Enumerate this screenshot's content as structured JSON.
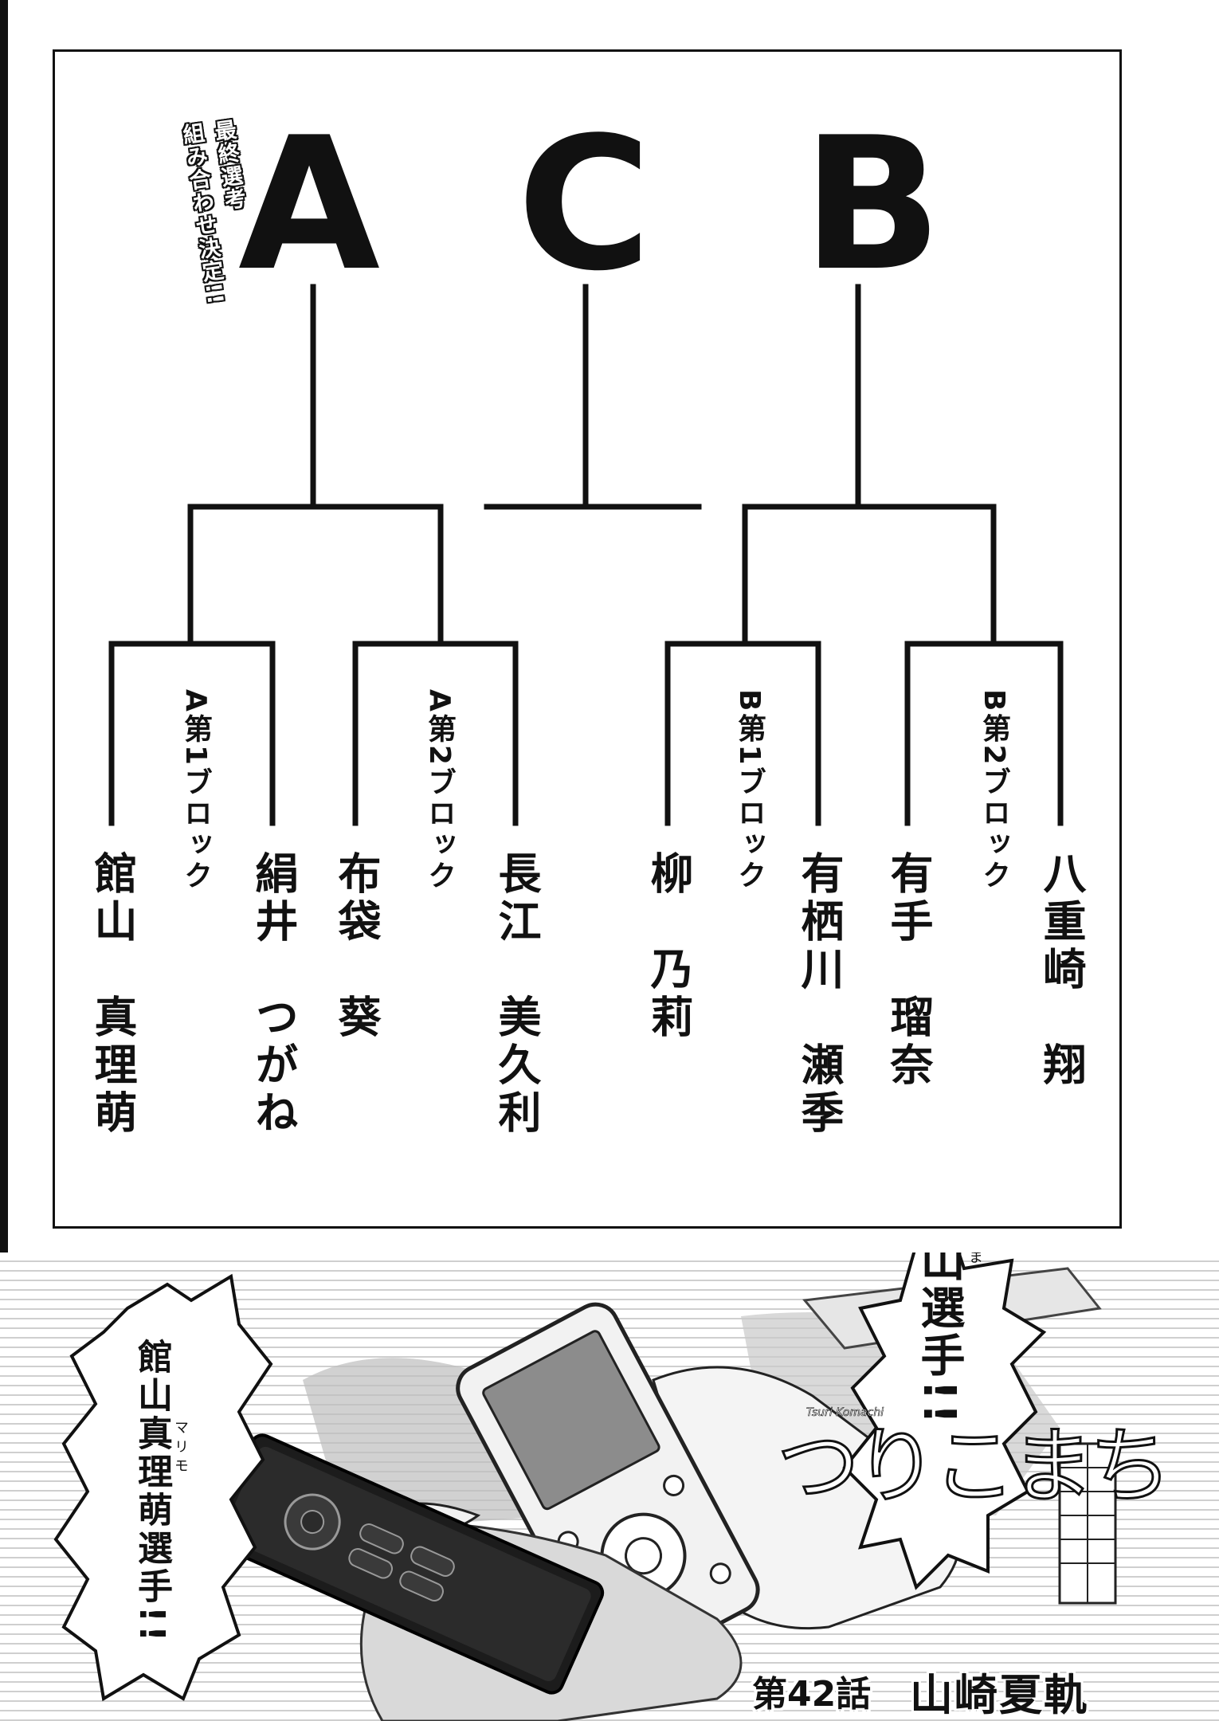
{
  "announcement": {
    "line1": "最終選考",
    "line2": "組み合わせ決定!!"
  },
  "brackets": {
    "left": "A",
    "center": "C",
    "right": "B"
  },
  "blocks": {
    "a1": "A第1ブロック",
    "a2": "A第2ブロック",
    "b1": "B第1ブロック",
    "b2": "B第2ブロック"
  },
  "players": [
    "館山　真理萌",
    "絹井　つがね",
    "布袋　葵",
    "長江　美久利",
    "柳　乃莉",
    "有栖川　瀬季",
    "有手　瑠奈",
    "八重崎　翔"
  ],
  "speech": {
    "right_text": "館山選手!!",
    "right_ruby": "たてやま",
    "left_text": "館山真理萌選手!!",
    "left_ruby": "マリモ"
  },
  "title": {
    "logo": "つりこまち",
    "logo_small": "Tsuri Komachi",
    "chapter": "第42話",
    "author": "山崎夏軌"
  }
}
